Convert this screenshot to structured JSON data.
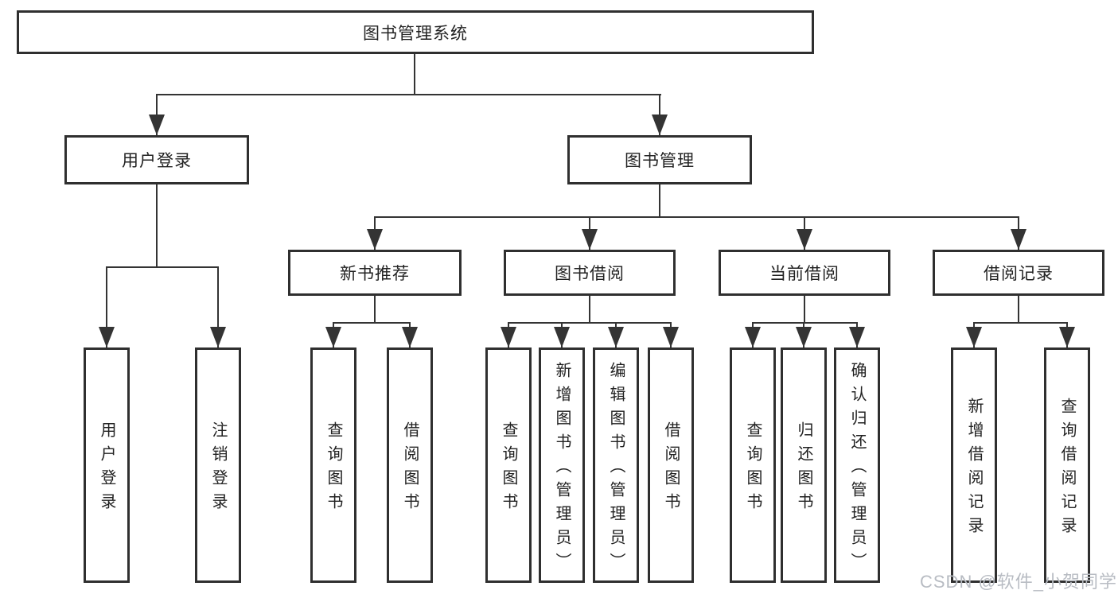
{
  "diagram_title": "图书管理系统",
  "tree": {
    "label": "图书管理系统",
    "children": [
      {
        "label": "用户登录",
        "children": [
          {
            "label": "用户登录"
          },
          {
            "label": "注销登录"
          }
        ]
      },
      {
        "label": "图书管理",
        "children": [
          {
            "label": "新书推荐",
            "children": [
              {
                "label": "查询图书"
              },
              {
                "label": "借阅图书"
              }
            ]
          },
          {
            "label": "图书借阅",
            "children": [
              {
                "label": "查询图书"
              },
              {
                "label": "新增图书（管理员）"
              },
              {
                "label": "编辑图书（管理员）"
              },
              {
                "label": "借阅图书"
              }
            ]
          },
          {
            "label": "当前借阅",
            "children": [
              {
                "label": "查询图书"
              },
              {
                "label": "归还图书"
              },
              {
                "label": "确认归还（管理员）"
              }
            ]
          },
          {
            "label": "借阅记录",
            "children": [
              {
                "label": "新增借阅记录"
              },
              {
                "label": "查询借阅记录"
              }
            ]
          }
        ]
      }
    ]
  },
  "watermark": "CSDN @软件_小贺同学",
  "colors": {
    "line": "#343434",
    "box_border": "#2f2f2f",
    "text": "#222222",
    "watermark": "#b8bcc3",
    "background": "#ffffff"
  }
}
